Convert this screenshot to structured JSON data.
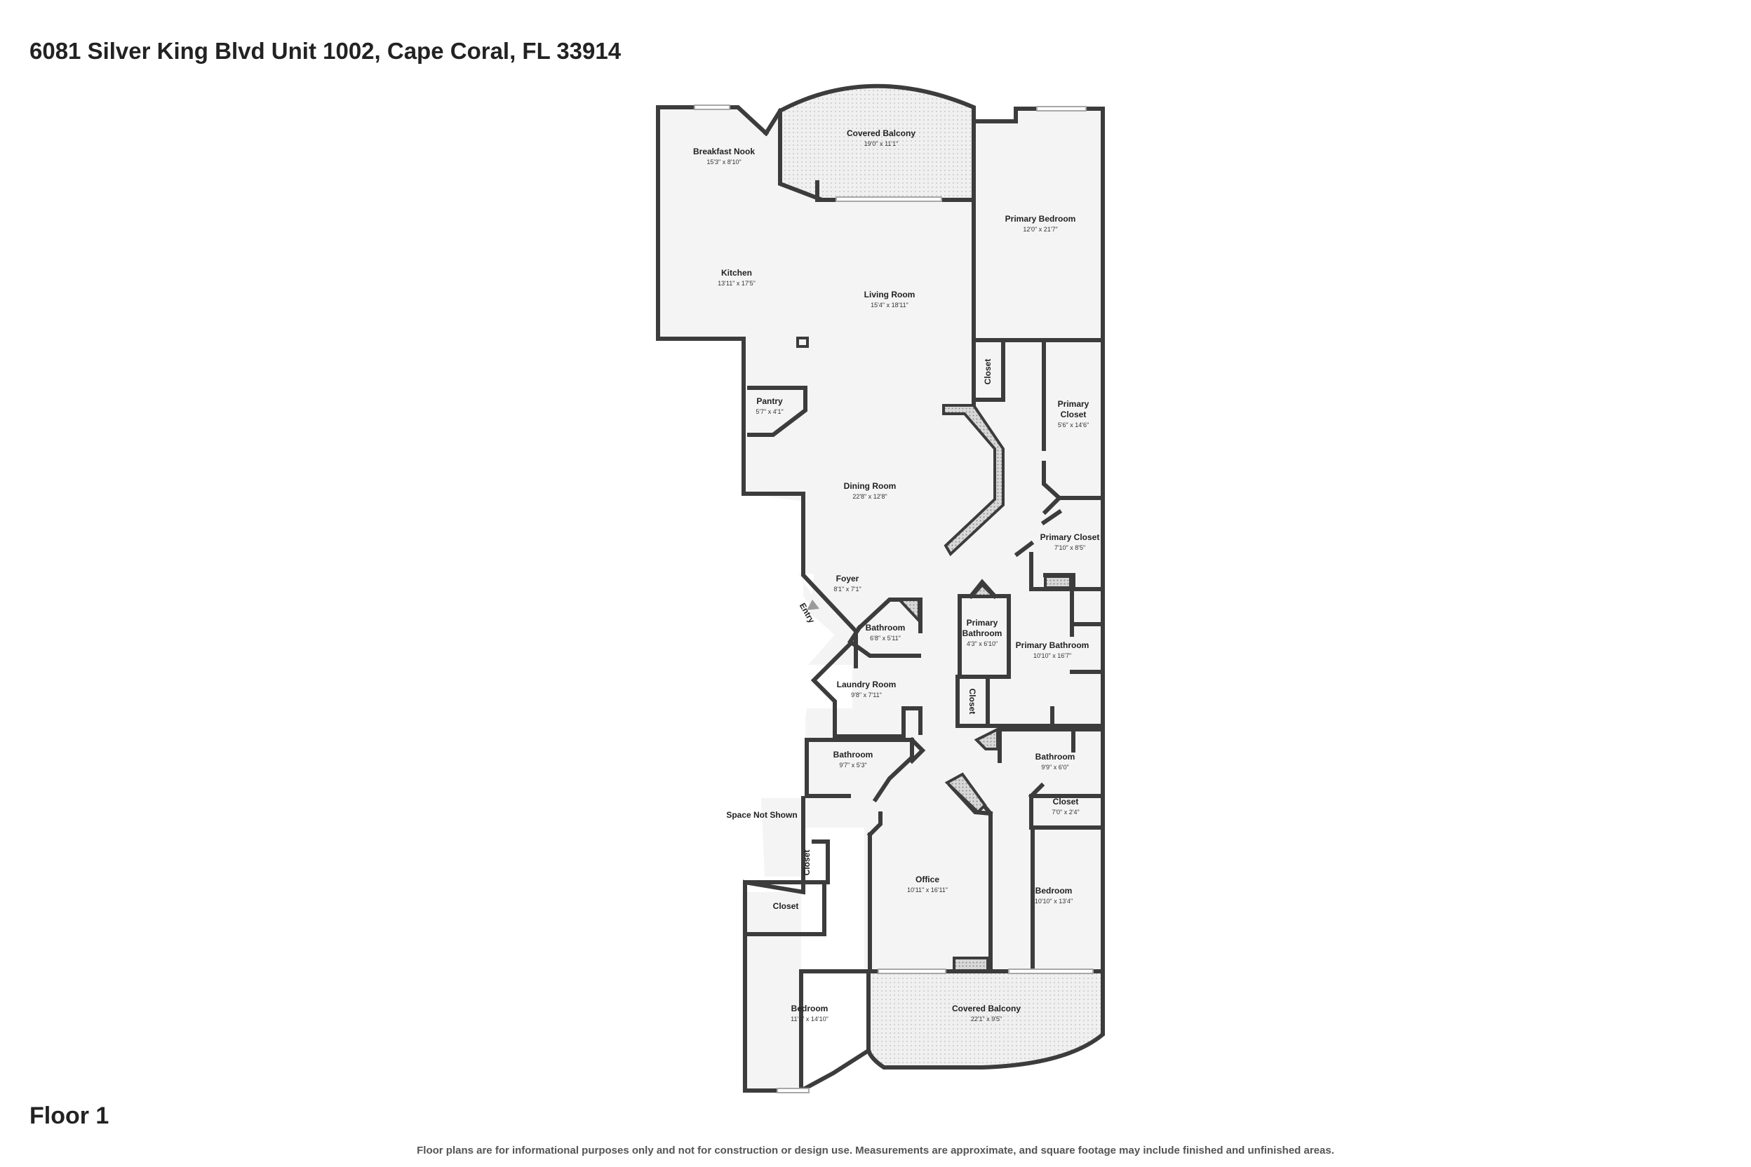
{
  "address": "6081 Silver King Blvd Unit 1002, Cape Coral, FL 33914",
  "floor_label": "Floor 1",
  "disclaimer": "Floor plans are for informational purposes only and not for construction or design use. Measurements are approximate, and square footage may include finished and unfinished areas.",
  "entry_label": "Entry",
  "rooms": {
    "breakfast_nook": {
      "name": "Breakfast Nook",
      "dim": "15'3\" x 8'10\""
    },
    "covered_balcony_top": {
      "name": "Covered Balcony",
      "dim": "19'0\" x 11'1\""
    },
    "primary_bedroom": {
      "name": "Primary Bedroom",
      "dim": "12'0\" x 21'7\""
    },
    "kitchen": {
      "name": "Kitchen",
      "dim": "13'11\" x 17'5\""
    },
    "living_room": {
      "name": "Living Room",
      "dim": "15'4\" x 18'11\""
    },
    "closet_a": {
      "name": "Closet"
    },
    "primary_closet_a": {
      "name": "Primary",
      "name2": "Closet",
      "dim": "5'6\" x 14'6\""
    },
    "pantry": {
      "name": "Pantry",
      "dim": "5'7\" x 4'1\""
    },
    "dining_room": {
      "name": "Dining Room",
      "dim": "22'8\" x 12'8\""
    },
    "primary_closet_b": {
      "name": "Primary Closet",
      "dim": "7'10\" x 8'5\""
    },
    "foyer": {
      "name": "Foyer",
      "dim": "8'1\" x 7'1\""
    },
    "bathroom_a": {
      "name": "Bathroom",
      "dim": "6'8\" x 5'11\""
    },
    "primary_bathroom_small": {
      "name": "Primary",
      "name2": "Bathroom",
      "dim": "4'3\" x 6'10\""
    },
    "primary_bathroom": {
      "name": "Primary Bathroom",
      "dim": "10'10\" x 16'7\""
    },
    "laundry_room": {
      "name": "Laundry Room",
      "dim": "9'8\" x 7'11\""
    },
    "closet_b": {
      "name": "Closet"
    },
    "bathroom_b": {
      "name": "Bathroom",
      "dim": "9'7\" x 5'3\""
    },
    "bathroom_c": {
      "name": "Bathroom",
      "dim": "9'9\" x 6'0\""
    },
    "closet_c": {
      "name": "Closet",
      "dim": "7'0\" x 2'4\""
    },
    "space_not_shown": {
      "name": "Space Not Shown"
    },
    "office": {
      "name": "Office",
      "dim": "10'11\" x 16'11\""
    },
    "bedroom_a": {
      "name": "Bedroom",
      "dim": "10'10\" x 13'4\""
    },
    "closet_d": {
      "name": "Closet"
    },
    "closet_e": {
      "name": "Closet"
    },
    "bedroom_b": {
      "name": "Bedroom",
      "dim": "11'1\" x 14'10\""
    },
    "covered_balcony_bottom": {
      "name": "Covered Balcony",
      "dim": "22'1\" x 9'5\""
    }
  }
}
